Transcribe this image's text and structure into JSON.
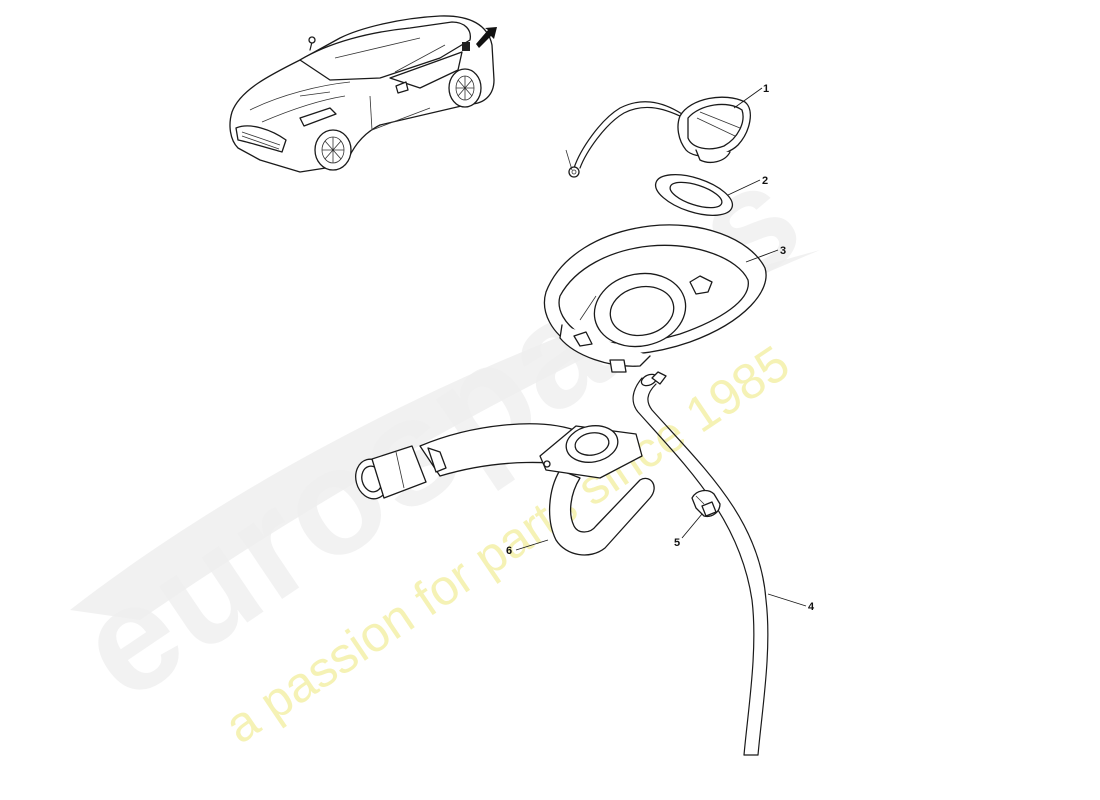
{
  "watermark": {
    "brand": "eurospares",
    "tagline": "a passion for parts since 1985"
  },
  "callouts": [
    {
      "id": "1",
      "label": "1"
    },
    {
      "id": "2",
      "label": "2"
    },
    {
      "id": "3",
      "label": "3"
    },
    {
      "id": "4",
      "label": "4"
    },
    {
      "id": "5",
      "label": "5"
    },
    {
      "id": "6",
      "label": "6"
    }
  ],
  "colors": {
    "watermark_text": "#eeeeee",
    "watermark_tagline": "#f3f0a8",
    "line": "#1a1a1a",
    "background": "#ffffff"
  }
}
